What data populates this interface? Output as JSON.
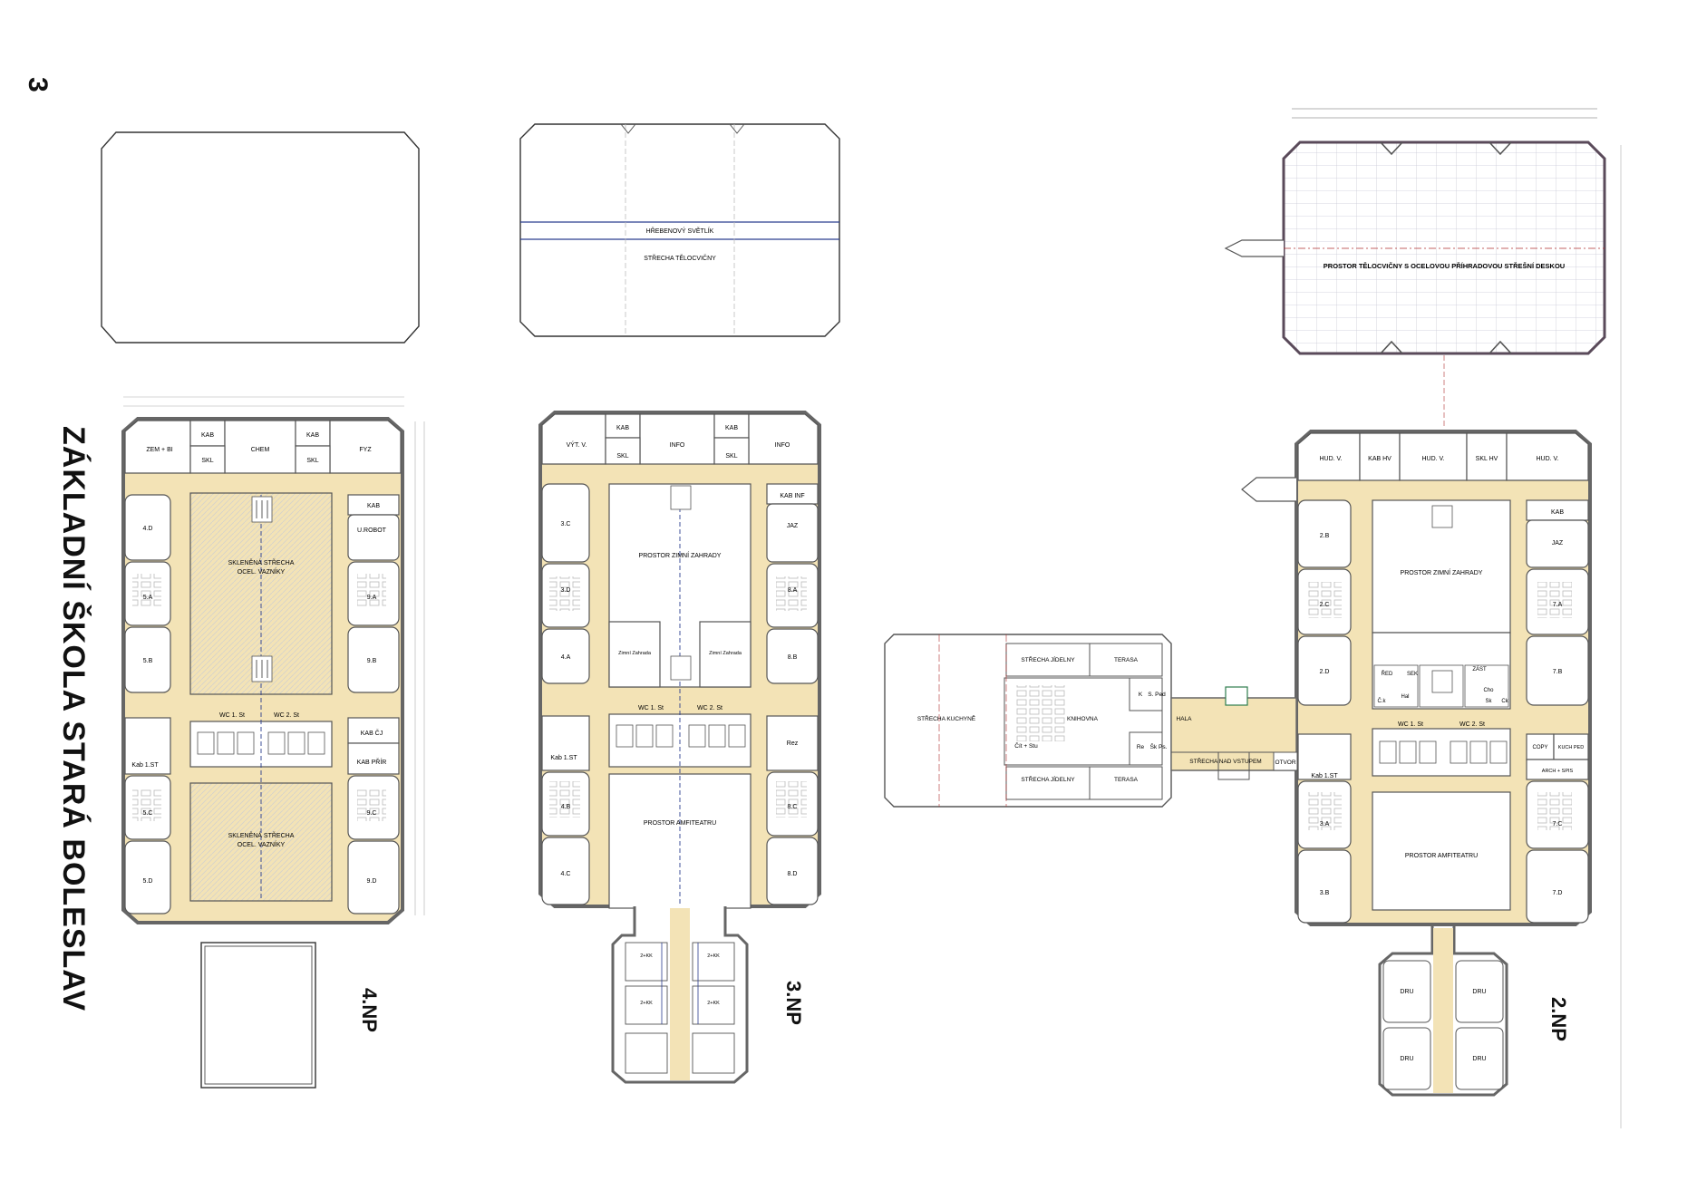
{
  "page": {
    "sheet_number": "3",
    "title": "ZÁKLADNÍ ŠKOLA STARÁ BOLESLAV"
  },
  "colors": {
    "corridor": "#f3e3b6",
    "wall": "#6b6b6b",
    "line": "#333333",
    "accent_blue": "#2b3d8f",
    "accent_red": "#b03030",
    "grid": "#c9c9d6"
  },
  "floors": {
    "np4": {
      "label": "4.NP"
    },
    "np3": {
      "label": "3.NP"
    },
    "np2": {
      "label": "2.NP"
    }
  },
  "roofs": {
    "np3_ridge": "HŘEBENOVÝ SVĚTLÍK",
    "np3_gym_roof": "STŘECHA TĚLOCVIČNY",
    "np2_gym_space": "PROSTOR TĚLOCVIČNY S OCELOVOU PŘÍHRADOVOU STŘEŠNÍ DESKOU"
  },
  "plan4": {
    "top_rooms": [
      "ZEM + BI",
      "KAB",
      "CHEM",
      "KAB",
      "FYZ"
    ],
    "skl": [
      "SKL",
      "SKL"
    ],
    "left_rooms": [
      "4.D",
      "5.A",
      "5.B",
      "Kab 1.ST",
      "5.C",
      "5.D"
    ],
    "right_rooms": [
      "KAB",
      "U.ROBOT",
      "9.A",
      "9.B",
      "KAB ČJ",
      "KAB PŘÍR",
      "9.C",
      "9.D"
    ],
    "courtyards": [
      "SKLENĚNÁ STŘECHA\nOCEL. VAZNÍKY",
      "SKLENĚNÁ STŘECHA\nOCEL. VAZNÍKY"
    ],
    "wc": [
      "WC 1. St",
      "WC 2. St"
    ]
  },
  "plan3": {
    "top_rooms": [
      "VÝT. V.",
      "KAB",
      "INFO",
      "KAB",
      "INFO"
    ],
    "skl": [
      "SKL",
      "SKL"
    ],
    "left_rooms": [
      "3.C",
      "3.D",
      "4.A",
      "Kab 1.ST",
      "4.B",
      "4.C"
    ],
    "right_rooms": [
      "KAB INF",
      "JAZ",
      "8.A",
      "8.B",
      "Rez",
      "8.C",
      "8.D"
    ],
    "zones": [
      "PROSTOR ZIMNÍ ZAHRADY",
      "Zimní Zahrada",
      "Zimní Zahrada",
      "PROSTOR AMFITEATRU"
    ],
    "wc": [
      "WC 1. St",
      "WC 2. St"
    ],
    "annex_rooms": [
      "2+KK",
      "2+KK",
      "2+KK",
      "2+KK"
    ]
  },
  "plan2": {
    "top_rooms": [
      "HUD. V.",
      "KAB HV",
      "HUD. V.",
      "SKL HV",
      "HUD. V."
    ],
    "left_rooms": [
      "2.B",
      "2.C",
      "2.D",
      "Kab 1.ST",
      "3.A",
      "3.B"
    ],
    "right_rooms": [
      "KAB",
      "JAZ",
      "7.A",
      "7.B",
      "COPY",
      "KUCH PED",
      "ARCH + SPIS",
      "7.C",
      "7.D"
    ],
    "zones": [
      "PROSTOR ZIMNÍ ZAHRADY",
      "PROSTOR AMFITEATRU"
    ],
    "admin": [
      "ŘED",
      "SEK",
      "ZÁST",
      "Hal",
      "Cho",
      "Č.k",
      "Sk",
      "Ck"
    ],
    "wc": [
      "WC 1. St",
      "WC 2. St"
    ],
    "annex_rooms": [
      "DRU",
      "DRU",
      "DRU",
      "DRU"
    ],
    "canteen": [
      "STŘECHA KUCHYNĚ",
      "STŘECHA JÍDELNY",
      "TERASA",
      "STŘECHA JÍDELNY",
      "TERASA",
      "KNIHOVNA",
      "Čít + Stu",
      "K",
      "S. Ped",
      "Re",
      "Šk Ps.",
      "HALA",
      "STŘECHA NAD VSTUPEM",
      "OTVOR"
    ]
  }
}
